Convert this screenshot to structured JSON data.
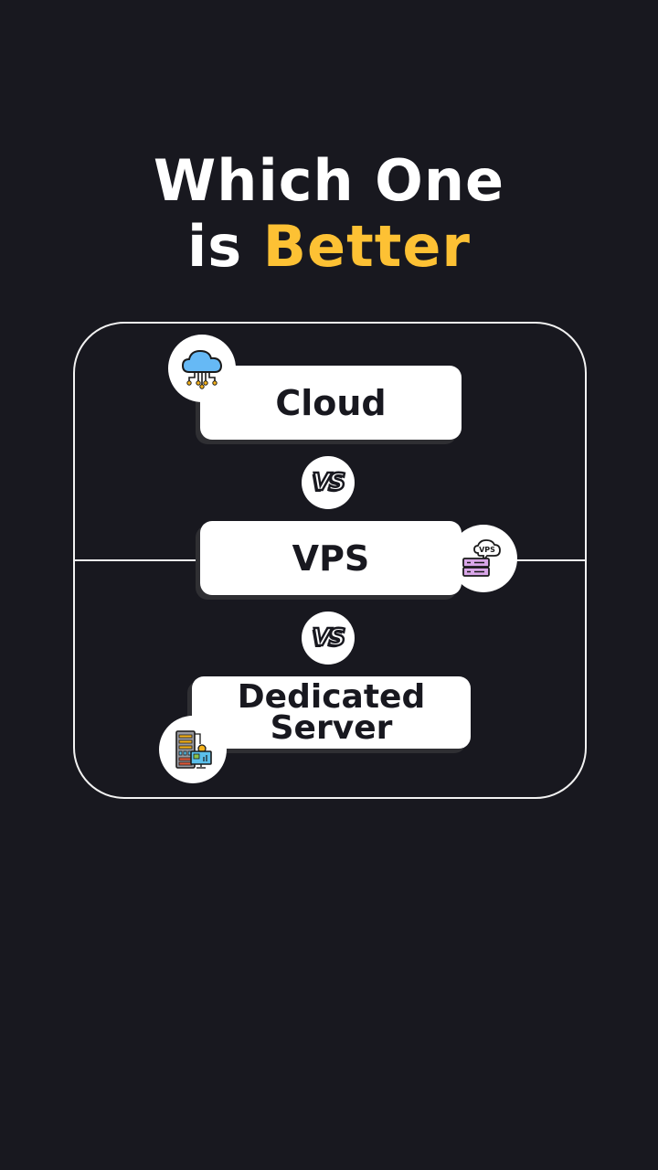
{
  "title": {
    "line1": "Which One",
    "line2_prefix": "is",
    "line2_accent": "Better"
  },
  "colors": {
    "background": "#18181f",
    "accent": "#fdc134",
    "text_light": "#ffffff",
    "text_dark": "#18181f",
    "card_shadow": "#2f2f33"
  },
  "options": [
    {
      "label": "Cloud",
      "icon": "cloud-network-icon"
    },
    {
      "label": "VPS",
      "icon": "vps-server-icon"
    },
    {
      "label_line1": "Dedicated",
      "label_line2": "Server",
      "icon": "dedicated-server-icon"
    }
  ],
  "separators": [
    {
      "label": "VS"
    },
    {
      "label": "VS"
    }
  ]
}
